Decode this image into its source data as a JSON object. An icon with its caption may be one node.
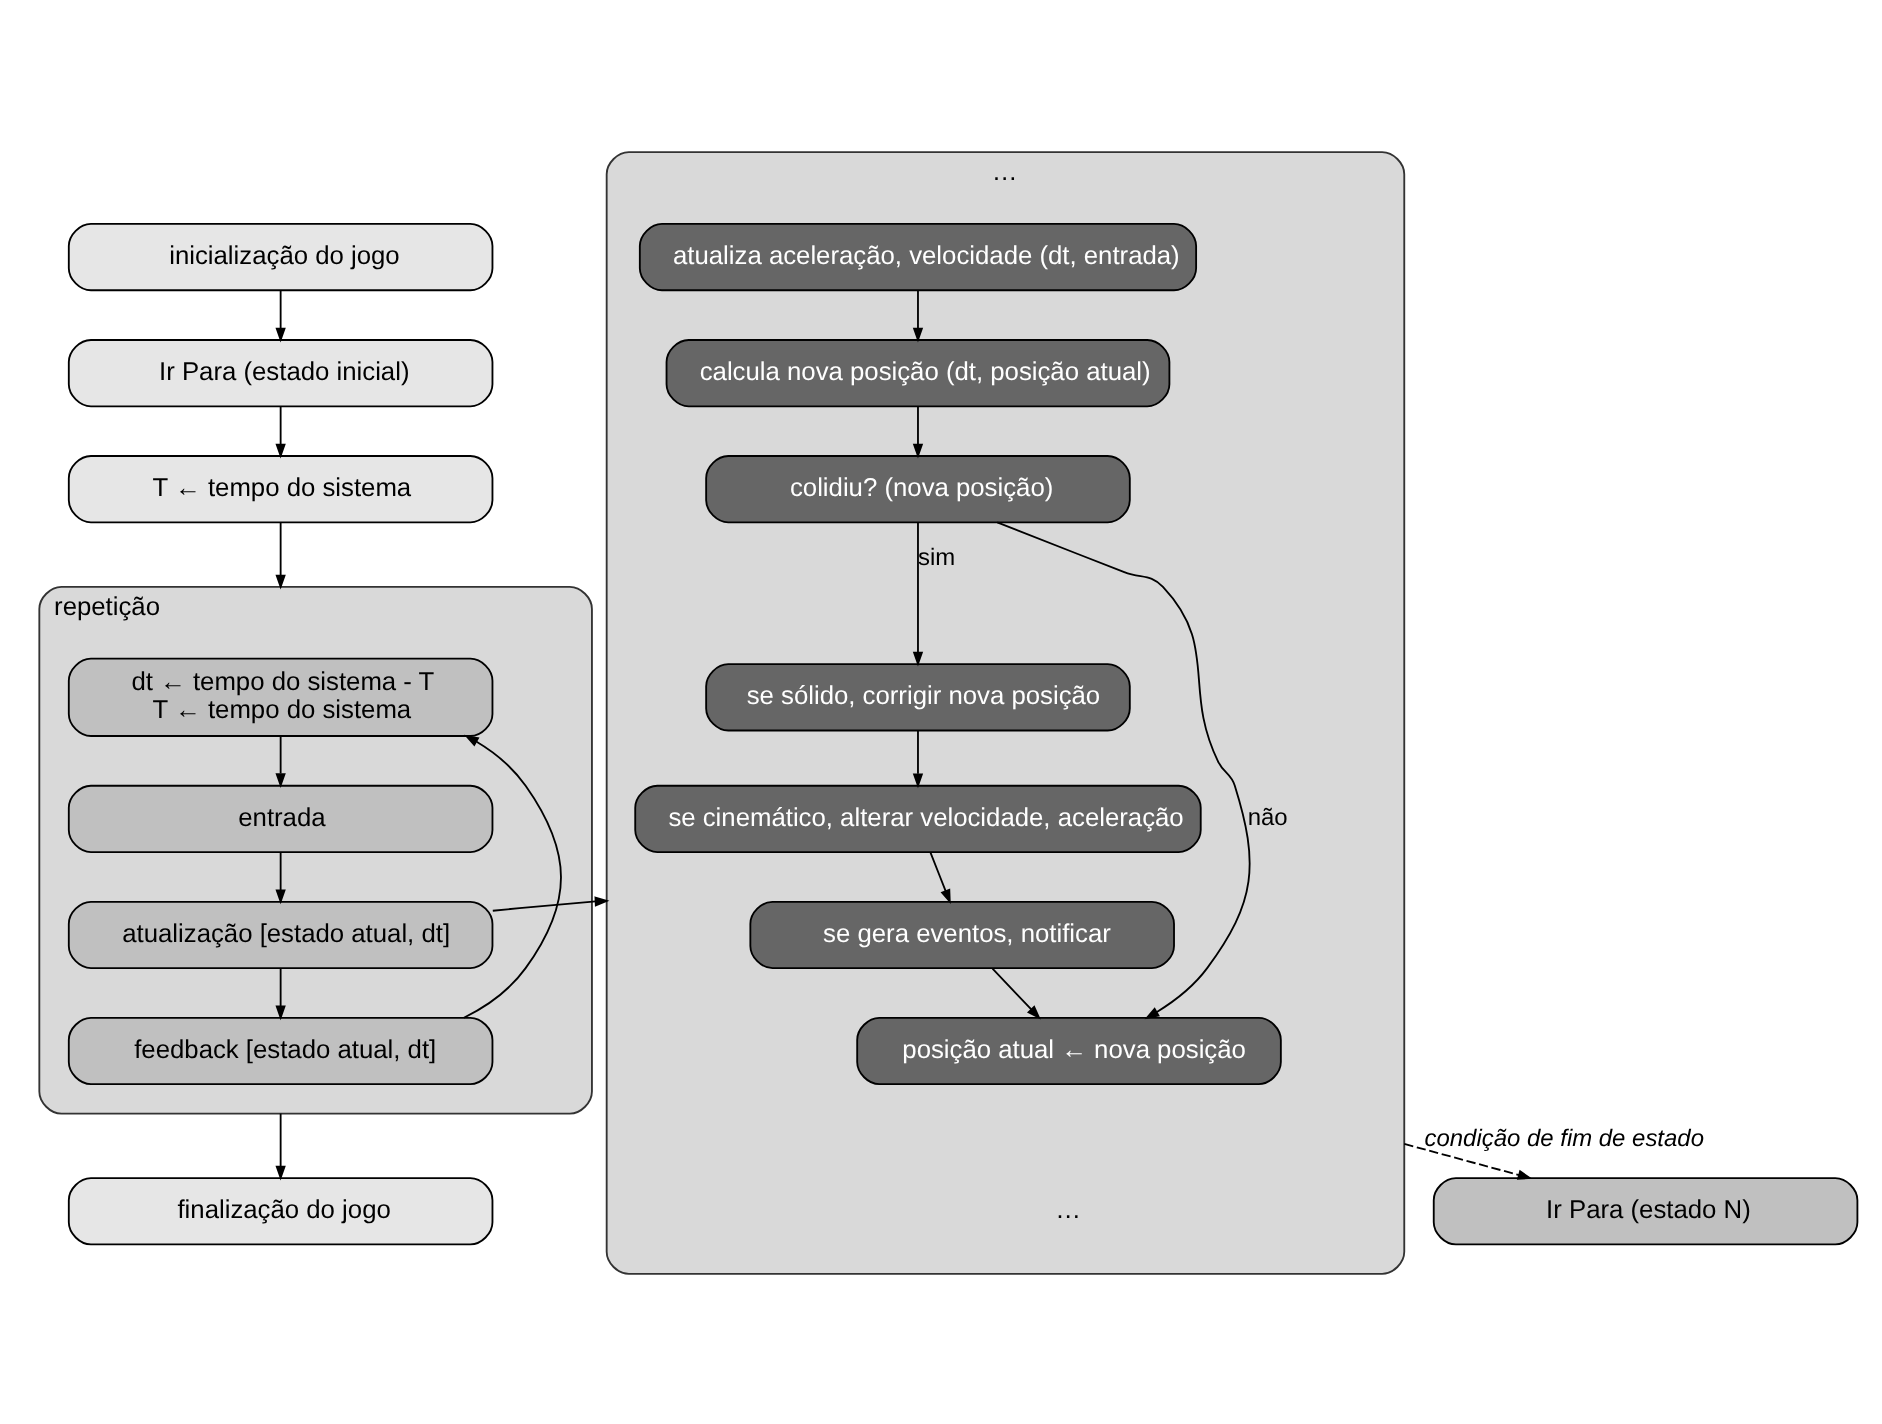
{
  "diagram": {
    "nodes": [
      {
        "text": [
          "inicialização do jogo"
        ]
      },
      {
        "text": [
          "Ir Para (estado inicial)"
        ]
      },
      {
        "text": [
          "T ← tempo do sistema"
        ]
      },
      {
        "text": [
          "repetição"
        ]
      },
      {
        "text": [
          "dt ← tempo do sistema - T",
          "T ← tempo do sistema"
        ],
        "in": 3
      },
      {
        "text": [
          "entrada"
        ],
        "in": 3
      },
      {
        "text": [
          "atualização [estado atual, dt]"
        ],
        "in": 3
      },
      {
        "text": [
          "feedback [estado atual, dt]"
        ],
        "in": 3
      },
      {
        "text": [
          "finalização do jogo"
        ]
      },
      {
        "text": [
          "…",
          "…"
        ]
      },
      {
        "text": [
          "atualiza aceleração, velocidade (dt, entrada)"
        ],
        "in": 9
      },
      {
        "text": [
          "calcula nova posição (dt, posição atual)"
        ],
        "in": 9
      },
      {
        "text": [
          "colidiu? (nova posição)"
        ],
        "in": 9
      },
      {
        "text": [
          "se sólido, corrigir nova posição"
        ],
        "in": 9
      },
      {
        "text": [
          "se cinemático, alterar velocidade, aceleração"
        ],
        "in": 9
      },
      {
        "text": [
          "se gera eventos, notificar"
        ],
        "in": 9
      },
      {
        "text": [
          "posição atual ← nova posição"
        ],
        "in": 9
      },
      {
        "text": [
          "Ir Para (estado N)"
        ]
      }
    ],
    "edges": [
      {
        "from": 0,
        "to": 1,
        "arrow": "to"
      },
      {
        "from": 1,
        "to": 2,
        "arrow": "to"
      },
      {
        "from": 2,
        "to": 3,
        "arrow": "to"
      },
      {
        "from": 4,
        "to": 5,
        "arrow": "to"
      },
      {
        "from": 5,
        "to": 6,
        "arrow": "to"
      },
      {
        "from": 6,
        "to": 7,
        "arrow": "to"
      },
      {
        "from": 7,
        "to": 4,
        "arrow": "to"
      },
      {
        "from": 3,
        "to": 8,
        "arrow": "to"
      },
      {
        "from": 6,
        "to": 9,
        "arrow": "to"
      },
      {
        "from": 10,
        "to": 11,
        "arrow": "to"
      },
      {
        "from": 11,
        "to": 12,
        "arrow": "to"
      },
      {
        "from": 12,
        "to": 13,
        "label": "sim",
        "arrow": "to"
      },
      {
        "from": 13,
        "to": 14,
        "arrow": "to"
      },
      {
        "from": 14,
        "to": 15,
        "arrow": "to"
      },
      {
        "from": 15,
        "to": 16,
        "arrow": "to"
      },
      {
        "from": 12,
        "to": 16,
        "label": "não",
        "arrow": "to"
      },
      {
        "from": 9,
        "to": 17,
        "label": "condição de fim de estado",
        "arrow": "to",
        "style": "dashed"
      }
    ]
  }
}
